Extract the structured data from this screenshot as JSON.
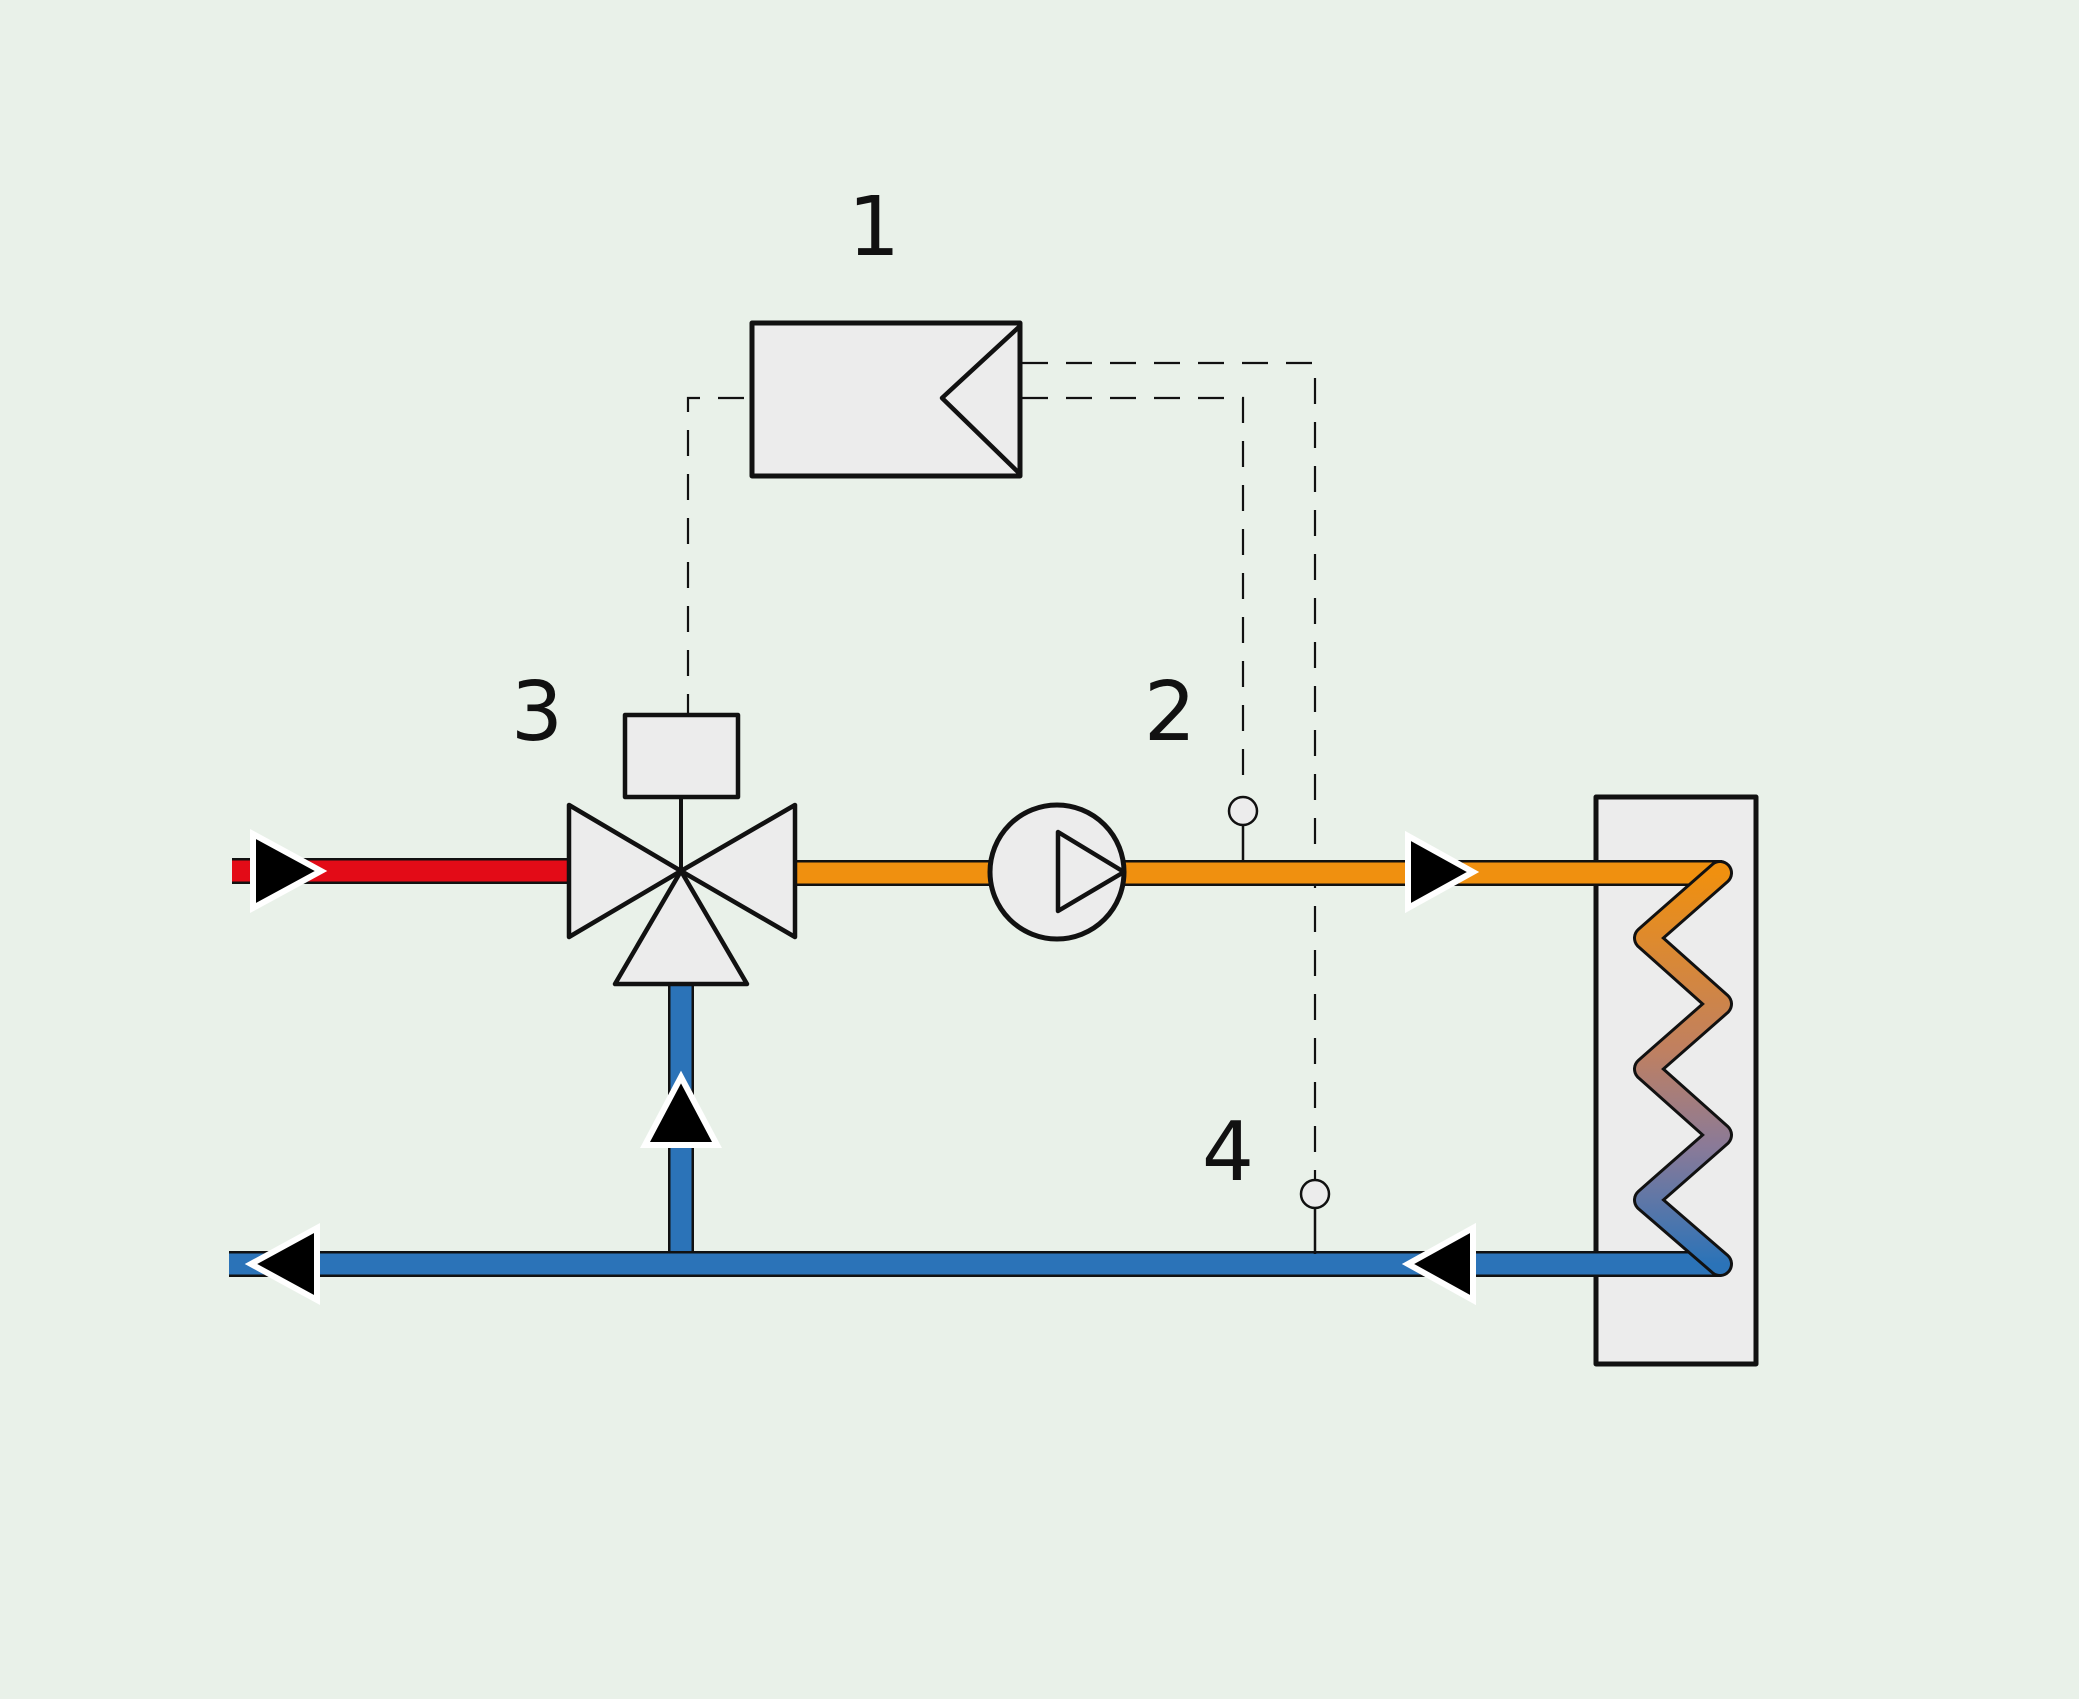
{
  "labels": {
    "controller": "1",
    "supply_sensor": "2",
    "mixing_valve": "3",
    "return_sensor": "4"
  },
  "colors": {
    "background": "#e9f1e9",
    "hot_supply": "#e30b17",
    "mixed_supply": "#f0900f",
    "return": "#2b73b8",
    "component_fill": "#ececec",
    "outline": "#111111"
  },
  "icons": [
    "controller-box",
    "three-way-mixing-valve",
    "valve-actuator",
    "circulation-pump",
    "temperature-sensor",
    "heat-emitter",
    "flow-arrow"
  ]
}
